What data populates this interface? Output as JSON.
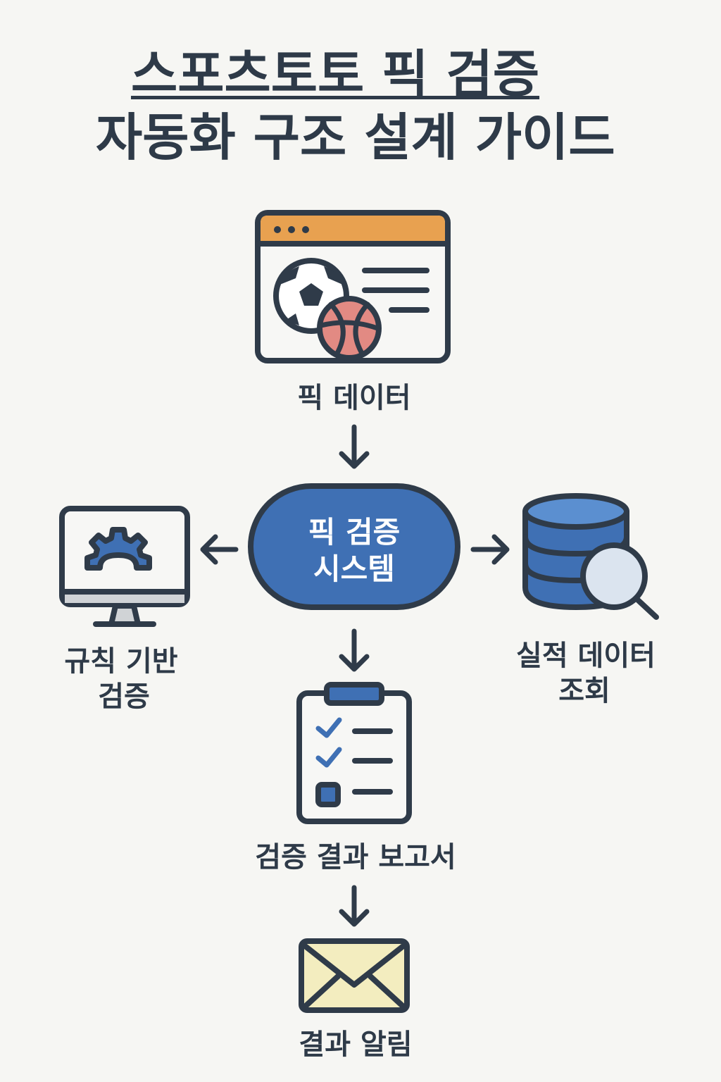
{
  "title": {
    "line1": "스포츠토토 픽 검증",
    "line2": "자동화 구조 설계 가이드"
  },
  "nodes": {
    "pick_data": {
      "label": "픽 데이터",
      "icon": "browser-sports-balls-icon"
    },
    "center": {
      "line1": "픽 검증",
      "line2": "시스템"
    },
    "rule_based": {
      "line1": "규칙 기반",
      "line2": "검증",
      "icon": "monitor-gear-icon"
    },
    "record_lookup": {
      "line1": "실적 데이터",
      "line2": "조회",
      "icon": "database-search-icon"
    },
    "report": {
      "label": "검증 결과 보고서",
      "icon": "clipboard-checklist-icon"
    },
    "notify": {
      "label": "결과 알림",
      "icon": "envelope-icon"
    }
  },
  "colors": {
    "background": "#f6f6f3",
    "ink": "#2e3a48",
    "blue": "#3f70b4",
    "orange": "#e8a150",
    "pink": "#e28a83",
    "cream": "#f3edbf"
  }
}
